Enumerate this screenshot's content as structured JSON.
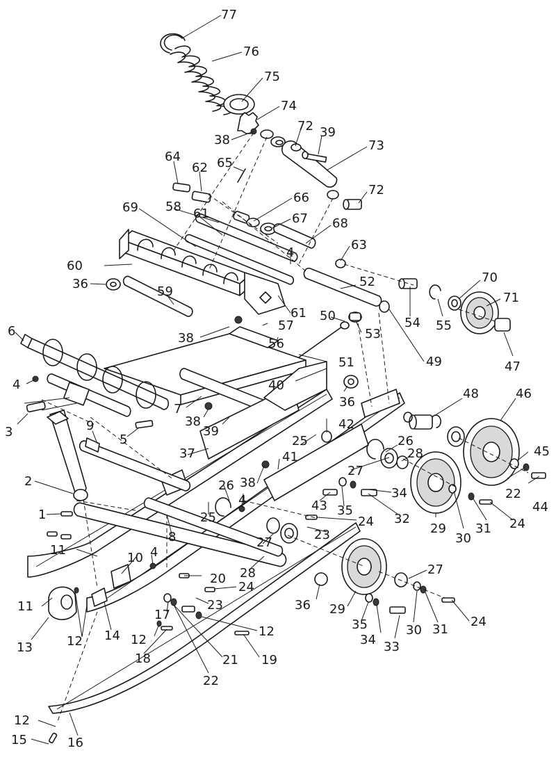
{
  "callouts": [
    {
      "id": "c77",
      "text": "77"
    },
    {
      "id": "c76",
      "text": "76"
    },
    {
      "id": "c75",
      "text": "75"
    },
    {
      "id": "c74",
      "text": "74"
    },
    {
      "id": "c38a",
      "text": "38"
    },
    {
      "id": "c72a",
      "text": "72"
    },
    {
      "id": "c39a",
      "text": "39"
    },
    {
      "id": "c73",
      "text": "73"
    },
    {
      "id": "c64",
      "text": "64"
    },
    {
      "id": "c62",
      "text": "62"
    },
    {
      "id": "c65",
      "text": "65"
    },
    {
      "id": "c72b",
      "text": "72"
    },
    {
      "id": "c69",
      "text": "69"
    },
    {
      "id": "c58",
      "text": "58"
    },
    {
      "id": "c61a",
      "text": "61"
    },
    {
      "id": "c66",
      "text": "66"
    },
    {
      "id": "c67",
      "text": "67"
    },
    {
      "id": "c68",
      "text": "68"
    },
    {
      "id": "c60",
      "text": "60"
    },
    {
      "id": "c4a",
      "text": "4"
    },
    {
      "id": "c63",
      "text": "63"
    },
    {
      "id": "c36a",
      "text": "36"
    },
    {
      "id": "c59",
      "text": "59"
    },
    {
      "id": "c52",
      "text": "52"
    },
    {
      "id": "c70",
      "text": "70"
    },
    {
      "id": "c71",
      "text": "71"
    },
    {
      "id": "c61b",
      "text": "61"
    },
    {
      "id": "c54",
      "text": "54"
    },
    {
      "id": "c55",
      "text": "55"
    },
    {
      "id": "c57",
      "text": "57"
    },
    {
      "id": "c50",
      "text": "50"
    },
    {
      "id": "c53",
      "text": "53"
    },
    {
      "id": "c38b",
      "text": "38"
    },
    {
      "id": "c56",
      "text": "56"
    },
    {
      "id": "c6",
      "text": "6"
    },
    {
      "id": "c47",
      "text": "47"
    },
    {
      "id": "c51",
      "text": "51"
    },
    {
      "id": "c49",
      "text": "49"
    },
    {
      "id": "c4b",
      "text": "4"
    },
    {
      "id": "c40",
      "text": "40"
    },
    {
      "id": "c36b",
      "text": "36"
    },
    {
      "id": "c7",
      "text": "7"
    },
    {
      "id": "c48",
      "text": "48"
    },
    {
      "id": "c46",
      "text": "46"
    },
    {
      "id": "c38c",
      "text": "38"
    },
    {
      "id": "c39b",
      "text": "39"
    },
    {
      "id": "c3",
      "text": "3"
    },
    {
      "id": "c42",
      "text": "42"
    },
    {
      "id": "c9",
      "text": "9"
    },
    {
      "id": "c5",
      "text": "5"
    },
    {
      "id": "c25a",
      "text": "25"
    },
    {
      "id": "c26a",
      "text": "26"
    },
    {
      "id": "c37",
      "text": "37"
    },
    {
      "id": "c28a",
      "text": "28"
    },
    {
      "id": "c45",
      "text": "45"
    },
    {
      "id": "c27a",
      "text": "27"
    },
    {
      "id": "c41",
      "text": "41"
    },
    {
      "id": "c38d",
      "text": "38"
    },
    {
      "id": "c2",
      "text": "2"
    },
    {
      "id": "c26b",
      "text": "26"
    },
    {
      "id": "c22a",
      "text": "22"
    },
    {
      "id": "c44",
      "text": "44"
    },
    {
      "id": "c34a",
      "text": "34"
    },
    {
      "id": "c4c",
      "text": "4"
    },
    {
      "id": "c43",
      "text": "43"
    },
    {
      "id": "c35a",
      "text": "35"
    },
    {
      "id": "c32",
      "text": "32"
    },
    {
      "id": "c1",
      "text": "1"
    },
    {
      "id": "c25b",
      "text": "25"
    },
    {
      "id": "c24a",
      "text": "24"
    },
    {
      "id": "c29a",
      "text": "29"
    },
    {
      "id": "c31a",
      "text": "31"
    },
    {
      "id": "c24b",
      "text": "24"
    },
    {
      "id": "c23a",
      "text": "23"
    },
    {
      "id": "c30a",
      "text": "30"
    },
    {
      "id": "c8",
      "text": "8"
    },
    {
      "id": "c27b",
      "text": "27"
    },
    {
      "id": "c11a",
      "text": "11"
    },
    {
      "id": "c4d",
      "text": "4"
    },
    {
      "id": "c10",
      "text": "10"
    },
    {
      "id": "c28b",
      "text": "28"
    },
    {
      "id": "c20",
      "text": "20"
    },
    {
      "id": "c27c",
      "text": "27"
    },
    {
      "id": "c24c",
      "text": "24"
    },
    {
      "id": "c11b",
      "text": "11"
    },
    {
      "id": "c23b",
      "text": "23"
    },
    {
      "id": "c36c",
      "text": "36"
    },
    {
      "id": "c29b",
      "text": "29"
    },
    {
      "id": "c24d",
      "text": "24"
    },
    {
      "id": "c17",
      "text": "17"
    },
    {
      "id": "c12a",
      "text": "12"
    },
    {
      "id": "c35b",
      "text": "35"
    },
    {
      "id": "c30b",
      "text": "30"
    },
    {
      "id": "c31b",
      "text": "31"
    },
    {
      "id": "c13",
      "text": "13"
    },
    {
      "id": "c14",
      "text": "14"
    },
    {
      "id": "c12b",
      "text": "12"
    },
    {
      "id": "c12c",
      "text": "12"
    },
    {
      "id": "c34b",
      "text": "34"
    },
    {
      "id": "c33",
      "text": "33"
    },
    {
      "id": "c18",
      "text": "18"
    },
    {
      "id": "c21",
      "text": "21"
    },
    {
      "id": "c19",
      "text": "19"
    },
    {
      "id": "c22b",
      "text": "22"
    },
    {
      "id": "c12d",
      "text": "12"
    },
    {
      "id": "c15",
      "text": "15"
    },
    {
      "id": "c16",
      "text": "16"
    }
  ]
}
